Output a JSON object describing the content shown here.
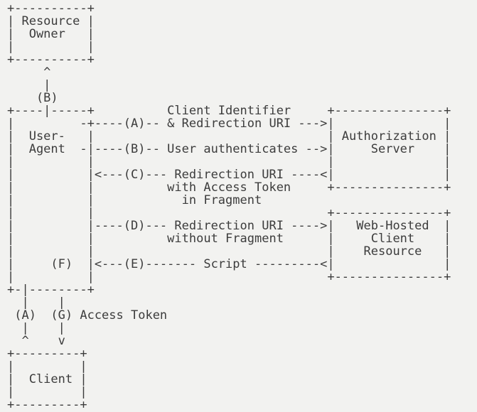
{
  "theme": {
    "bg": "#f2f2f0",
    "fg": "#3c3c3c"
  },
  "diagram": {
    "boxes": [
      "Resource Owner",
      "User-Agent",
      "Authorization Server",
      "Web-Hosted Client Resource",
      "Client"
    ],
    "steps": [
      {
        "id": "(A)",
        "label": "Client Identifier & Redirection URI"
      },
      {
        "id": "(B)",
        "label": "User authenticates"
      },
      {
        "id": "(C)",
        "label": "Redirection URI with Access Token in Fragment"
      },
      {
        "id": "(D)",
        "label": "Redirection URI without Fragment"
      },
      {
        "id": "(E)",
        "label": "Script"
      },
      {
        "id": "(F)",
        "label": ""
      },
      {
        "id": "(G)",
        "label": "Access Token"
      }
    ],
    "lines": [
      "+----------+",
      "| Resource |",
      "|  Owner   |",
      "|          |",
      "+----------+",
      "     ^",
      "     |",
      "    (B)",
      "+----|-----+          Client Identifier     +---------------+",
      "|         -+----(A)-- & Redirection URI --->|               |",
      "|  User-   |                                | Authorization |",
      "|  Agent  -|----(B)-- User authenticates -->|     Server    |",
      "|          |                                |               |",
      "|          |<---(C)--- Redirection URI ----<|               |",
      "|          |          with Access Token     +---------------+",
      "|          |            in Fragment",
      "|          |                                +---------------+",
      "|          |----(D)--- Redirection URI ---->|   Web-Hosted  |",
      "|          |          without Fragment      |     Client    |",
      "|          |                                |    Resource   |",
      "|     (F)  |<---(E)------- Script ---------<|               |",
      "|          |                                +---------------+",
      "+-|--------+",
      "  |    |",
      " (A)  (G) Access Token",
      "  |    |",
      "  ^    v",
      "+---------+",
      "|         |",
      "|  Client |",
      "|         |",
      "+---------+"
    ]
  }
}
